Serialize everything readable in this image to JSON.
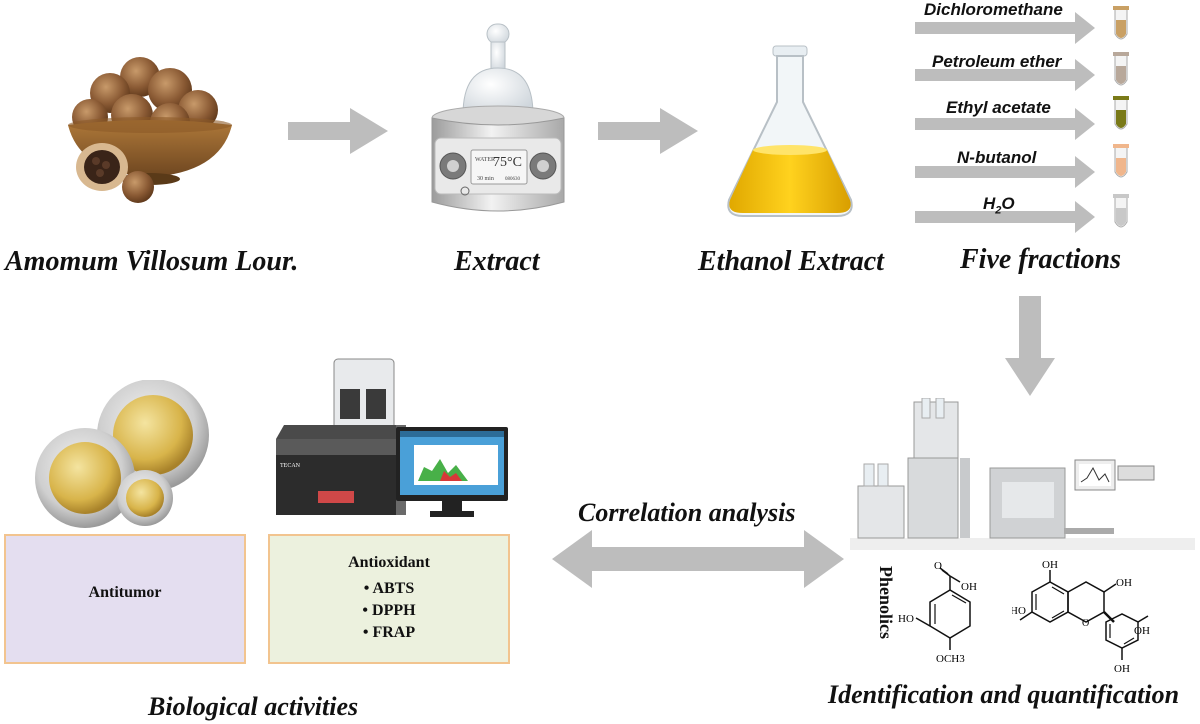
{
  "top_row": {
    "source_label": "Amomum Villosum Lour.",
    "extract_label": "Extract",
    "ethanol_label": "Ethanol Extract",
    "fractions_label": "Five fractions"
  },
  "device_display": {
    "label_water": "WATER",
    "temperature": "75°C",
    "label_min": "30 min",
    "label_speed": "080630"
  },
  "solvents": [
    {
      "name": "Dichloromethane",
      "tube_color": "#c9a064"
    },
    {
      "name": "Petroleum ether",
      "tube_color": "#b8a89a"
    },
    {
      "name": "Ethyl acetate",
      "tube_color": "#7a7a18"
    },
    {
      "name": "N-butanol",
      "tube_color": "#f0b68c"
    },
    {
      "name": "H2O",
      "display_main": "H",
      "display_sub": "2",
      "display_tail": "O",
      "tube_color": "#c8c8c8"
    }
  ],
  "bottom_row": {
    "antitumor_title": "Antitumor",
    "antioxidant_title": "Antioxidant",
    "assays": [
      "ABTS",
      "DPPH",
      "FRAP"
    ],
    "biological_label": "Biological activities",
    "correlation_label": "Correlation analysis",
    "phenolics_label": "Phenolics",
    "identification_label": "Identification and quantification",
    "reader_brand": "TECAN"
  },
  "molecules": {
    "vanillic_ho": "HO",
    "vanillic_oh": "OH",
    "vanillic_o": "O",
    "vanillic_och3": "OCH3",
    "catechin_oh_labels": [
      "OH",
      "OH",
      "HO",
      "OH",
      "OH"
    ]
  },
  "colors": {
    "arrow": "#bdbdbd",
    "antitumor_fill": "#e4def0",
    "antioxidant_fill": "#ecf1de",
    "box_border": "#f2c48f",
    "ethanol_liquid": "#f2c200"
  }
}
